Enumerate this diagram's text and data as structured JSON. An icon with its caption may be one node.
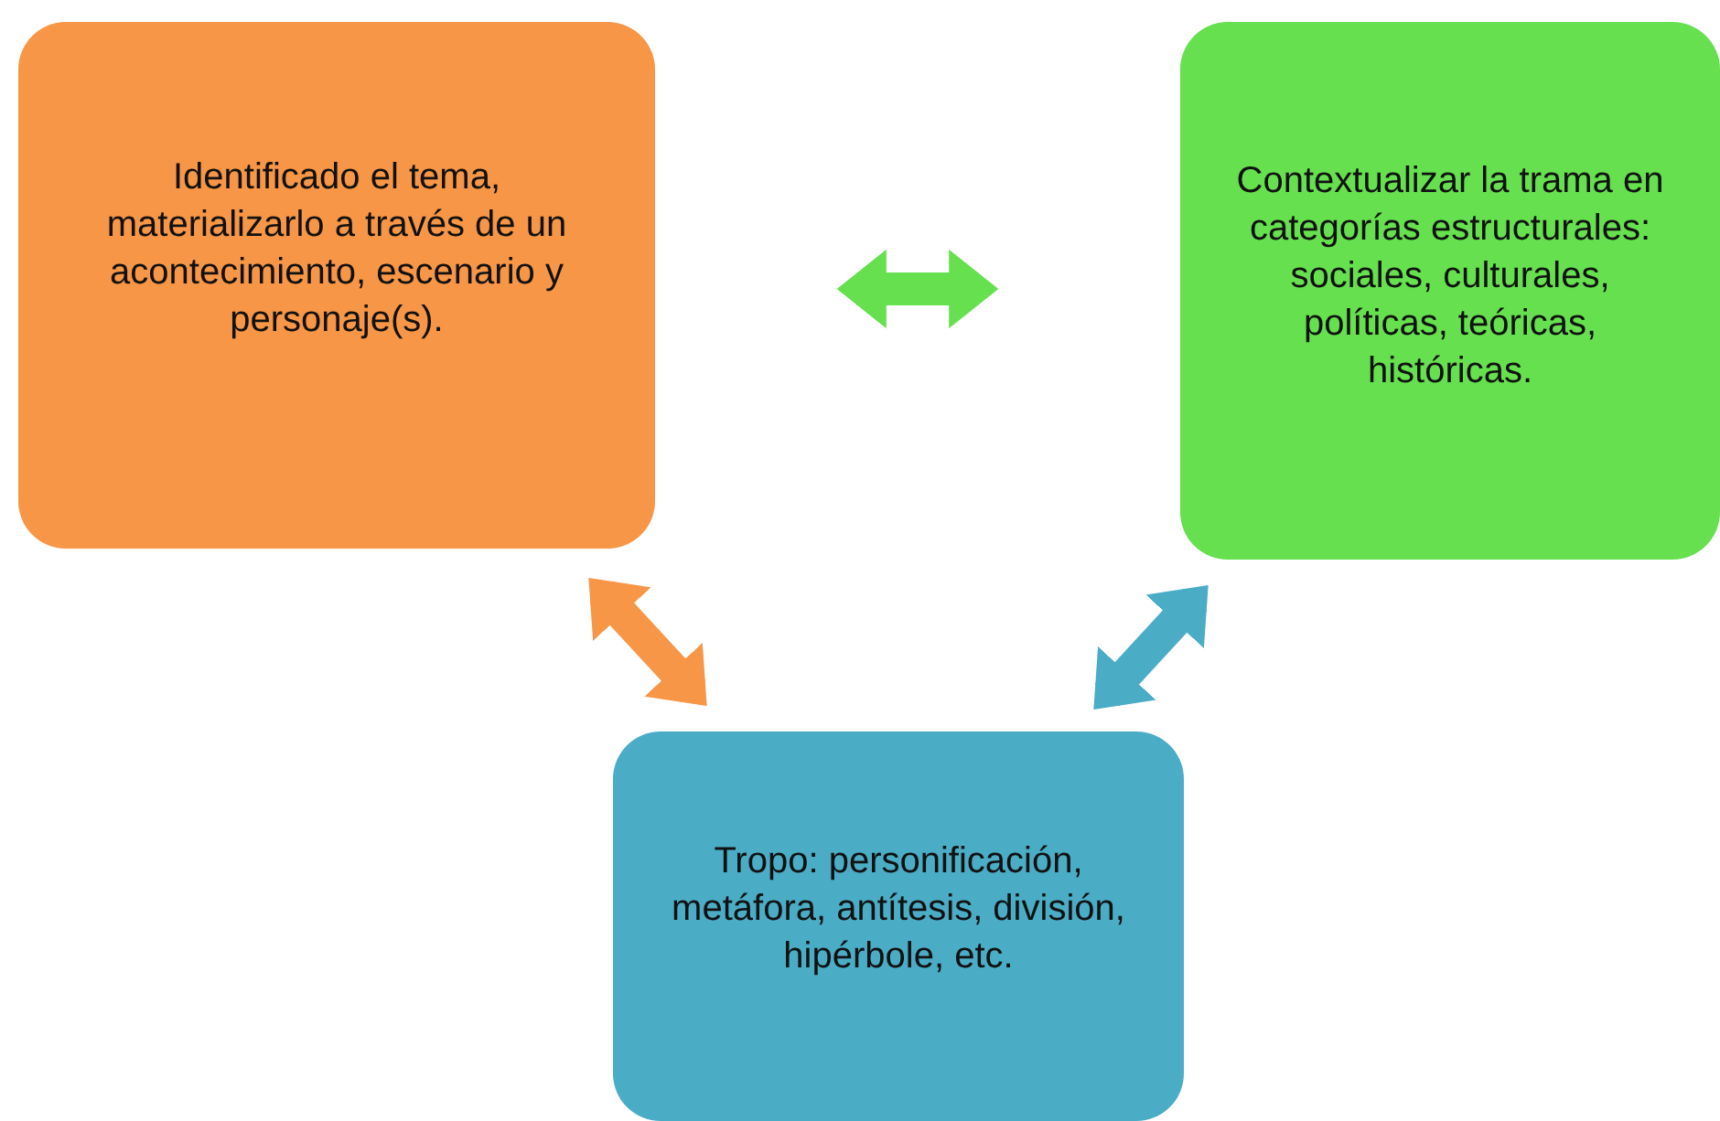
{
  "diagram": {
    "nodes": [
      {
        "text": [
          "Identificado el tema, materializarlo a través de un acontecimiento, escenario y personaje(s)."
        ]
      },
      {
        "text": [
          "Contextualizar la trama en categorías estructurales: sociales, culturales, políticas, teóricas, históricas."
        ]
      },
      {
        "text": [
          "Tropo: personificación, metáfora, antítesis, división, hipérbole, etc."
        ]
      }
    ],
    "edges": [
      {
        "from": 0,
        "to": 1,
        "arrow": "both",
        "color": "#66e04f"
      },
      {
        "from": 0,
        "to": 2,
        "arrow": "both",
        "color": "#f79646"
      },
      {
        "from": 1,
        "to": 2,
        "arrow": "both",
        "color": "#4bacc6"
      }
    ]
  }
}
